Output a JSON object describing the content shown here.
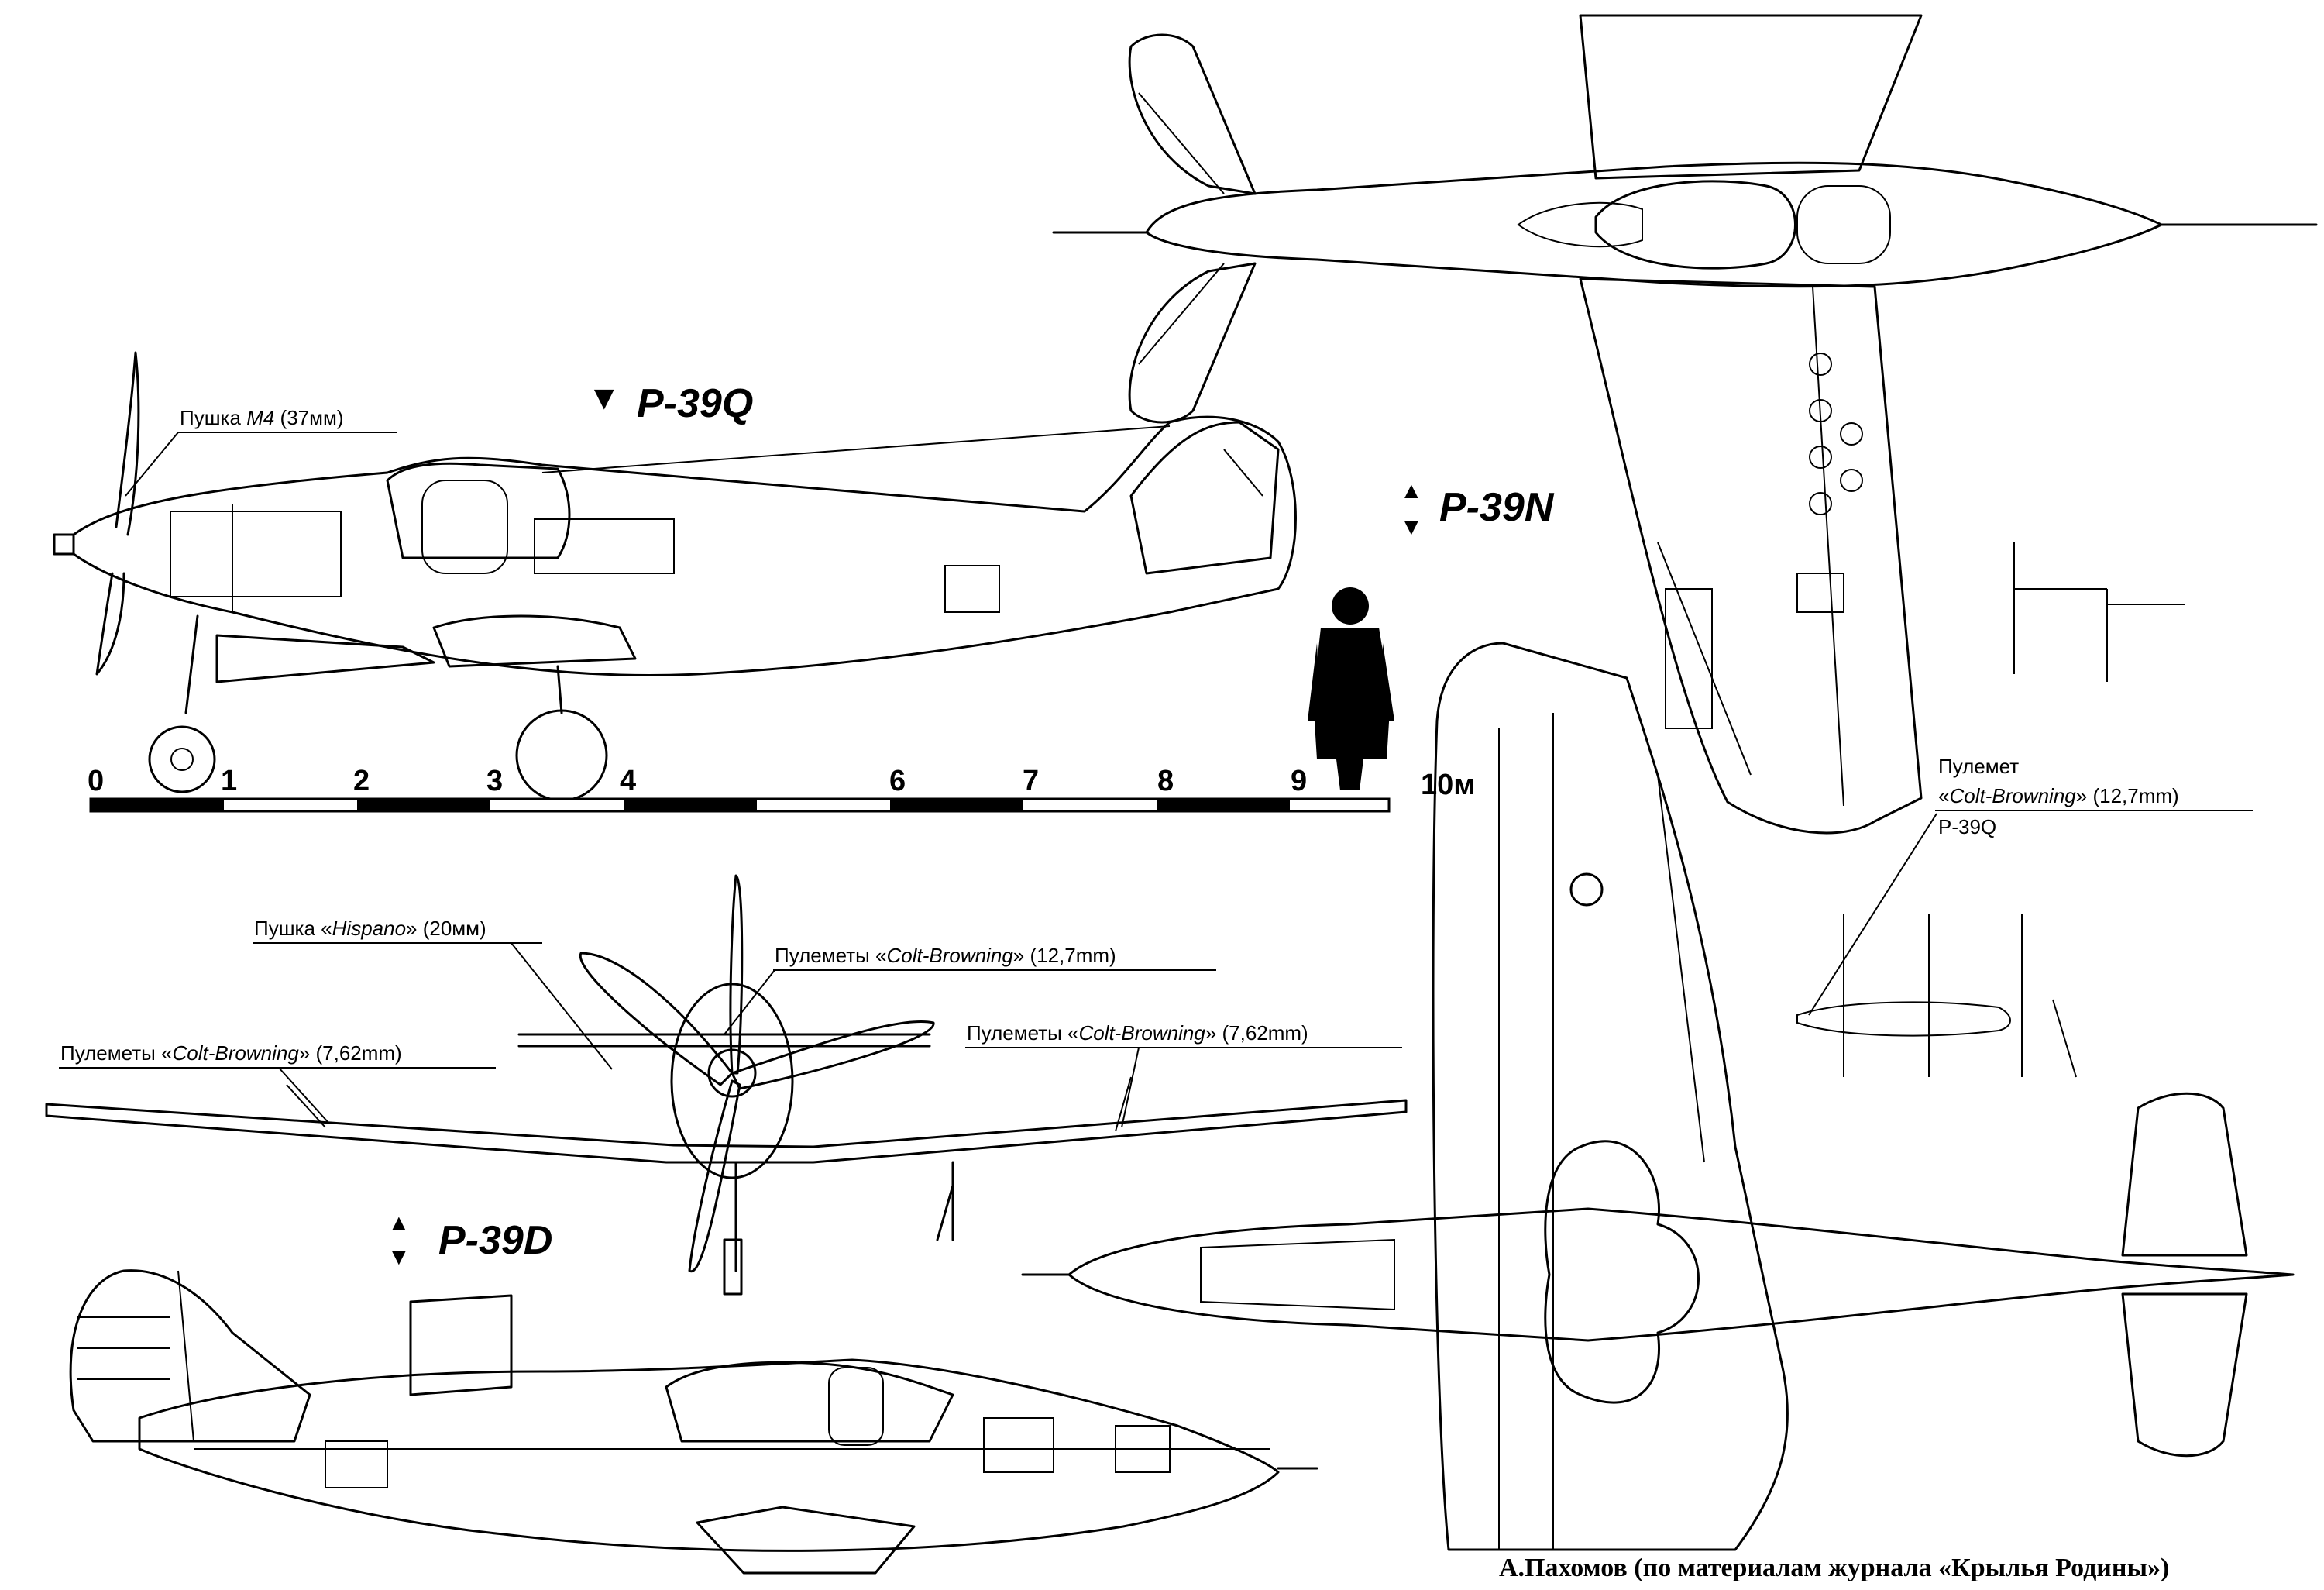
{
  "views": {
    "p39q": {
      "title": "P-39Q",
      "arrow": "▼"
    },
    "p39n": {
      "title": "P-39N",
      "arrow_up": "▲",
      "arrow_down": "▼"
    },
    "p39d": {
      "title": "P-39D",
      "arrow_up": "▲",
      "arrow_down": "▼"
    }
  },
  "labels": {
    "cannon_m4": {
      "prefix": "Пушка ",
      "italic": "M4",
      "suffix": " (37мм)"
    },
    "cannon_hispano": {
      "prefix": "Пушка «",
      "italic": "Hispano",
      "suffix": "» (20мм)"
    },
    "mg_nose": {
      "prefix": "Пулеметы «",
      "italic": "Colt-Browning",
      "suffix": "» (12,7mm)"
    },
    "mg_wing_left": {
      "prefix": "Пулеметы «",
      "italic": "Colt-Browning",
      "suffix": "» (7,62mm)"
    },
    "mg_wing_right": {
      "prefix": "Пулеметы «",
      "italic": "Colt-Browning",
      "suffix": "» (7,62mm)"
    },
    "mg_pod": {
      "line1": "Пулемет",
      "line2_prefix": "«",
      "line2_italic": "Colt-Browning",
      "line2_suffix": "» (12,7mm)",
      "line3": "P-39Q"
    }
  },
  "scale": {
    "ticks": [
      "0",
      "1",
      "2",
      "3",
      "4",
      "6",
      "7",
      "8",
      "9",
      "10м"
    ]
  },
  "credit": "А.Пахомов (по материалам журнала «Крылья Родины»)",
  "colors": {
    "ink": "#000000",
    "paper": "#ffffff"
  }
}
